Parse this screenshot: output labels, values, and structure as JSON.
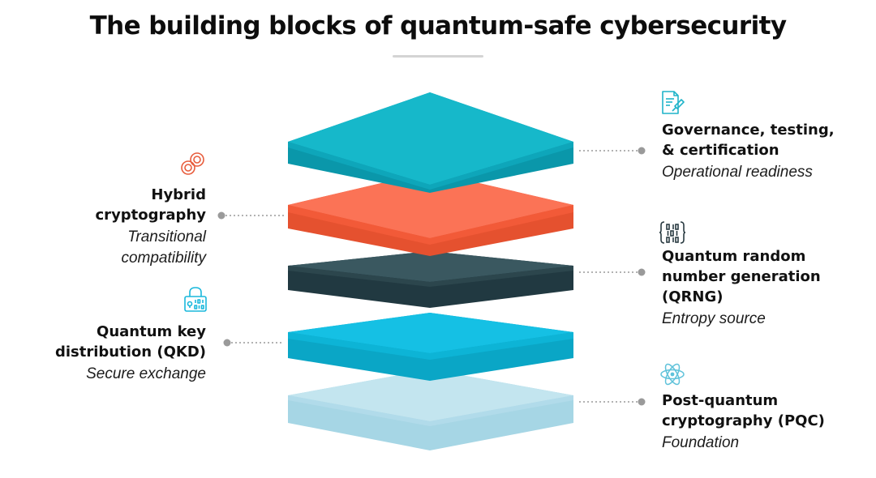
{
  "title": "The building blocks of quantum-safe cybersecurity",
  "layers": [
    {
      "id": "governance",
      "side": "right",
      "name_lines": [
        "Governance, testing,",
        "& certification"
      ],
      "description": "Operational readiness",
      "icon": "certificate-icon",
      "colors": {
        "top": "#14b4c6",
        "side": "#0a97aa",
        "icon": "#1fb4c9"
      }
    },
    {
      "id": "hybrid",
      "side": "left",
      "name_lines": [
        "Hybrid",
        "cryptography"
      ],
      "description_lines": [
        "Transitional",
        "compatibility"
      ],
      "icon": "linked-circles-icon",
      "colors": {
        "top": "#f86a4c",
        "side": "#e5512f",
        "icon": "#e85c3c"
      }
    },
    {
      "id": "qrng",
      "side": "right",
      "name_lines": [
        "Quantum random",
        "number generation",
        "(QRNG)"
      ],
      "description": "Entropy source",
      "icon": "binary-brackets-icon",
      "colors": {
        "top": "#36525a",
        "side": "#213941",
        "icon": "#2a3b42"
      }
    },
    {
      "id": "qkd",
      "side": "left",
      "name_lines": [
        "Quantum key",
        "distribution (QKD)"
      ],
      "description": "Secure exchange",
      "icon": "binary-lock-icon",
      "colors": {
        "top": "#12bde0",
        "side": "#0aa6c6",
        "icon": "#1ab8dc"
      }
    },
    {
      "id": "pqc",
      "side": "right",
      "name_lines": [
        "Post-quantum",
        "cryptography (PQC)"
      ],
      "description": "Foundation",
      "icon": "atom-icon",
      "colors": {
        "top": "#bfe3ee",
        "side": "#a6d6e5",
        "icon": "#5fc2da"
      }
    }
  ]
}
